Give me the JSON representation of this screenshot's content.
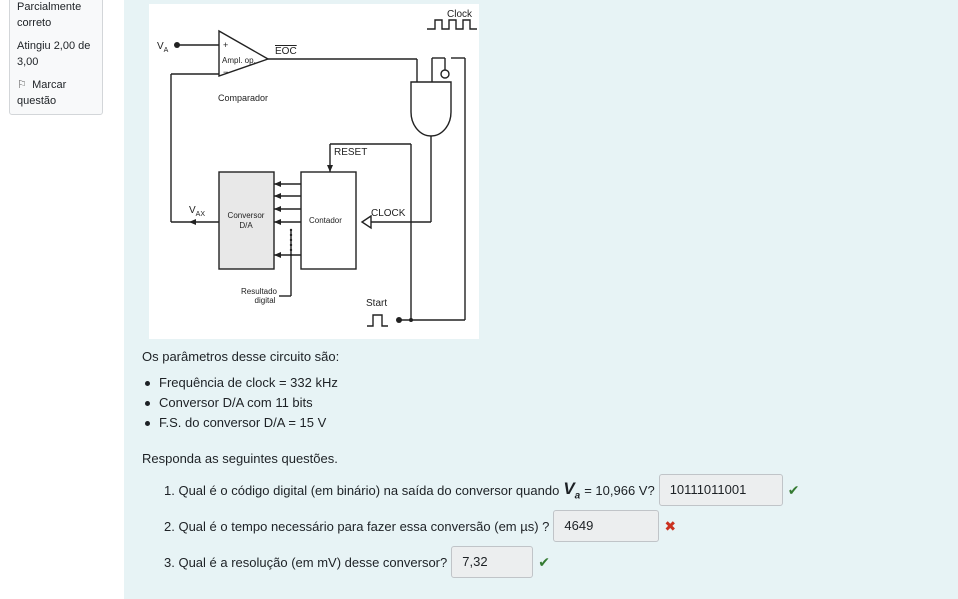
{
  "info": {
    "state": "Parcialmente correto",
    "grade": "Atingiu 2,00 de 3,00",
    "flag_label": "Marcar questão",
    "flag_icon": "flag-icon"
  },
  "diagram": {
    "clock": "Clock",
    "va_symbol": "V",
    "va_sub": "A",
    "amp": "Ampl. op.",
    "plus": "+",
    "minus": "−",
    "eoc": "EOC",
    "comparator": "Comparador",
    "reset": "RESET",
    "vax_symbol": "V",
    "vax_sub": "AX",
    "dac_line1": "Conversor",
    "dac_line2": "D/A",
    "counter": "Contador",
    "clock_caps": "CLOCK",
    "result_line1": "Resultado",
    "result_line2": "digital",
    "start": "Start"
  },
  "params_intro": "Os parâmetros desse circuito são:",
  "params": [
    "Frequência de clock = 332 kHz",
    "Conversor D/A com 11 bits",
    "F.S. do conversor D/A = 15 V"
  ],
  "respond": "Responda as seguintes questões.",
  "questions": [
    {
      "prefix": "1. Qual é o código digital (em binário) na saída do conversor quando",
      "var": "V",
      "var_sub": "a",
      "suffix": "= 10,966 V?",
      "answer": "10111011001",
      "result": "✔"
    },
    {
      "text": "2. Qual é o tempo necessário para fazer essa conversão (em µs) ?",
      "answer": "4649",
      "result": "✖"
    },
    {
      "text": "3. Qual é a resolução (em mV) desse conversor?",
      "answer": "7,32",
      "result": "✔"
    }
  ],
  "colors": {
    "correct": "#357a32",
    "incorrect": "#ca3120",
    "question_bg": "#e7f3f5"
  }
}
